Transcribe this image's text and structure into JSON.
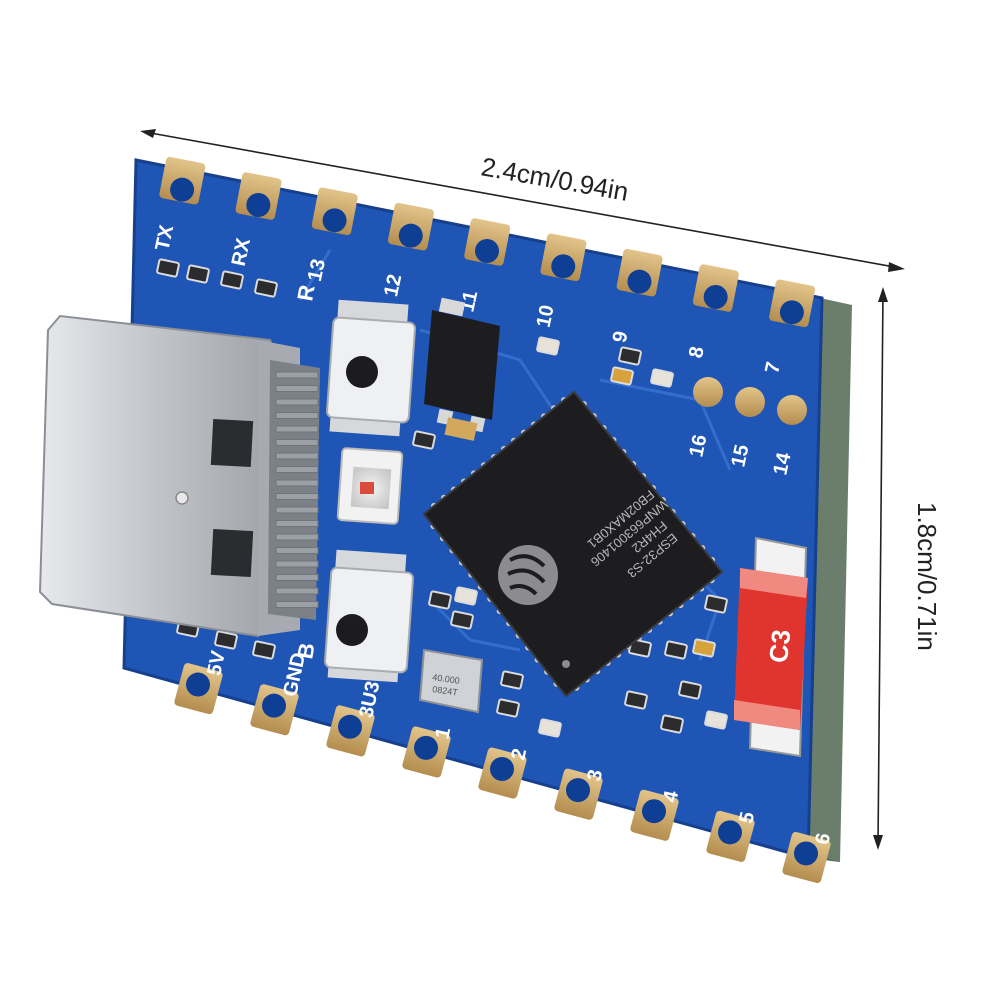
{
  "dimensions": {
    "width_label": "2.4cm/0.94in",
    "height_label": "1.8cm/0.71in"
  },
  "board": {
    "top_labels": [
      "TX",
      "RX",
      "13",
      "12",
      "11",
      "10",
      "9",
      "8",
      "7"
    ],
    "mid_labels": [
      "16",
      "15",
      "14"
    ],
    "bottom_labels": [
      "5V",
      "GND",
      "3U3",
      "1",
      "2",
      "3",
      "4",
      "5",
      "6"
    ],
    "button_labels": [
      "R",
      "B"
    ],
    "antenna_label": "C3",
    "chip_lines": [
      "ESP32-S3",
      "FH4R2",
      "WNP663001406",
      "FB02MAX0B1"
    ],
    "crystal_lines": [
      "40.000",
      "0824T"
    ]
  },
  "colors": {
    "pcb": "#1f55b5",
    "gold": "#c9a66a",
    "chip": "#1d1d1f",
    "antenna": "#e0342e",
    "usb": "#c9ccd0"
  }
}
